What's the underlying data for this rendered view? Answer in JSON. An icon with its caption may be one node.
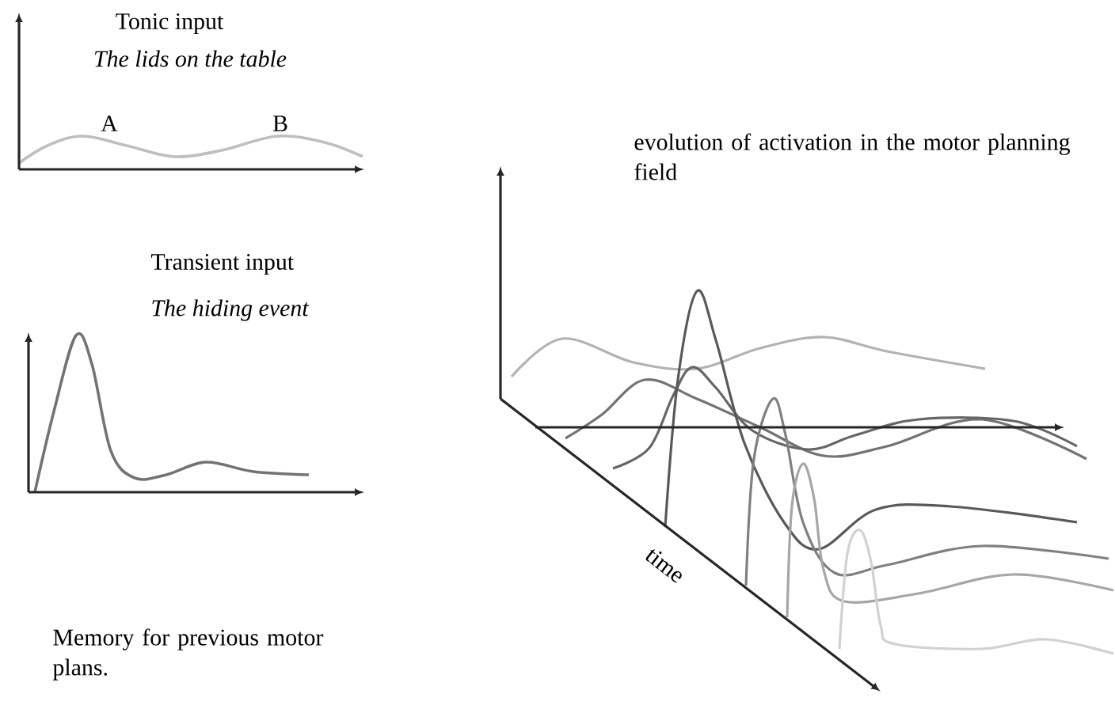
{
  "diagram": {
    "labels": [
      "Tonic input",
      "The lids on the table",
      "A",
      "B",
      "evolution of activation in the motor planning field",
      "Transient input",
      "The hiding event",
      "time",
      "Memory for previous motor plans."
    ]
  }
}
